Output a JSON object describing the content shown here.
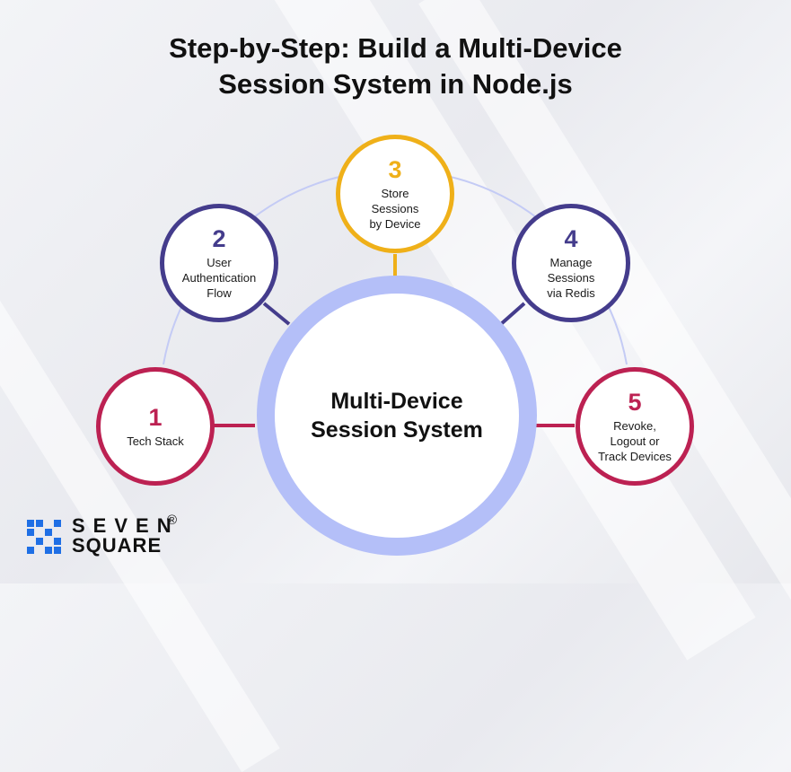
{
  "title": {
    "line1": "Step-by-Step: Build a Multi-Device",
    "line2": "Session System in Node.js"
  },
  "center": {
    "label": "Multi-Device\nSession System",
    "ring_color": "#b4bff8"
  },
  "steps": [
    {
      "number": "1",
      "label": "Tech Stack",
      "color": "#bc2152"
    },
    {
      "number": "2",
      "label": "User\nAuthentication\nFlow",
      "color": "#443c8c"
    },
    {
      "number": "3",
      "label": "Store\nSessions\nby Device",
      "color": "#efb019"
    },
    {
      "number": "4",
      "label": "Manage\nSessions\nvia Redis",
      "color": "#443c8c"
    },
    {
      "number": "5",
      "label": "Revoke,\nLogout or\nTrack Devices",
      "color": "#bc2152"
    }
  ],
  "arc_color": "#c4cbf5",
  "logo": {
    "word1": "SEVEN",
    "word2": "SQUARE",
    "registered": "®",
    "color": "#1f6fe5",
    "icon": "pixel-grid-logo-icon"
  }
}
